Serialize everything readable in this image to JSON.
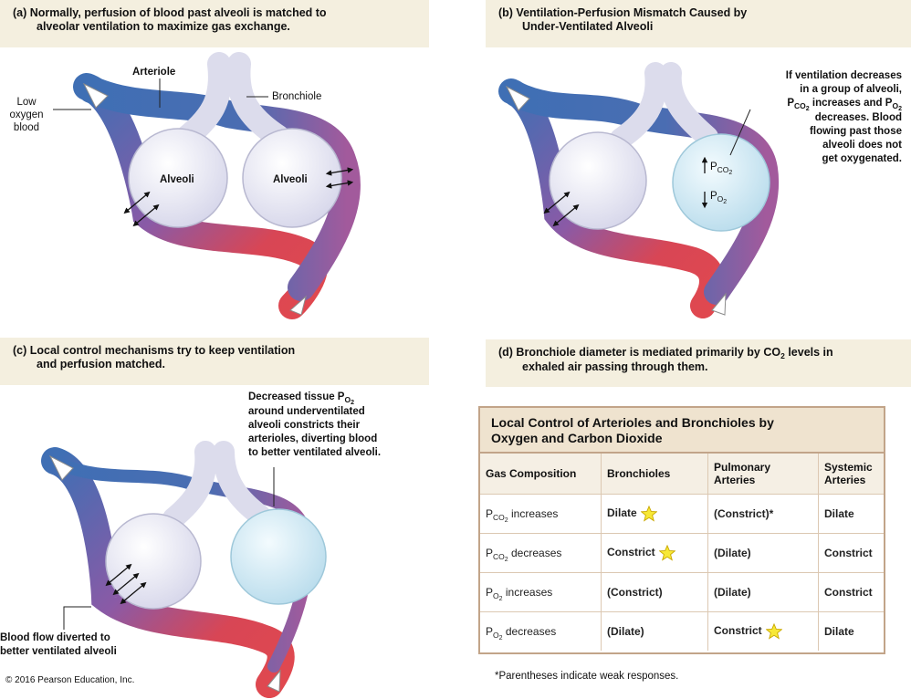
{
  "panel_a": {
    "caption_lead": "(a) Normally, perfusion of blood past alveoli is matched to",
    "caption_cont": "alveolar ventilation to maximize gas exchange.",
    "label_arteriole": "Arteriole",
    "label_bronchiole": "Bronchiole",
    "label_low_oxygen": [
      "Low",
      "oxygen",
      "blood"
    ],
    "label_alveoli_left": "Alveoli",
    "label_alveoli_right": "Alveoli"
  },
  "panel_b": {
    "caption_lead": "(b) Ventilation-Perfusion Mismatch Caused by",
    "caption_cont": "Under-Ventilated Alveoli",
    "note_lines": [
      "If ventilation decreases",
      "in a group of alveoli,",
      "increases and",
      "decreases. Blood",
      "flowing past those",
      "alveoli does not",
      "get oxygenated."
    ],
    "pco2_label": "P",
    "pco2_sub": "CO",
    "pco2_sub2": "2",
    "po2_label": "P",
    "po2_sub": "O",
    "po2_sub2": "2"
  },
  "panel_c": {
    "caption_lead": "(c) Local control mechanisms try to keep ventilation",
    "caption_cont": "and perfusion matched.",
    "note_lines": [
      "Decreased tissue P",
      "around underventilated",
      "alveoli constricts their",
      "arterioles, diverting blood",
      "to better ventilated alveoli."
    ],
    "diverted_lines": [
      "Blood flow diverted to",
      "better ventilated alveoli"
    ]
  },
  "panel_d": {
    "caption_lead": "(d) Bronchiole diameter is mediated primarily by CO",
    "caption_lead_sub": "2",
    "caption_lead_tail": " levels in",
    "caption_cont": "exhaled air passing through them."
  },
  "table": {
    "title_line1": "Local Control of Arterioles and Bronchioles by",
    "title_line2": "Oxygen and Carbon Dioxide",
    "headers": [
      "Gas Composition",
      "Bronchioles",
      "Pulmonary Arteries",
      "Systemic Arteries"
    ],
    "rows": [
      {
        "gas_p": "P",
        "gas_sub": "CO",
        "gas_sub2": "2",
        "gas_change": " increases",
        "bronchioles": "Dilate",
        "pulmonary": "(Constrict)*",
        "systemic": "Dilate",
        "star_in": "bronchioles"
      },
      {
        "gas_p": "P",
        "gas_sub": "CO",
        "gas_sub2": "2",
        "gas_change": " decreases",
        "bronchioles": "Constrict",
        "pulmonary": "(Dilate)",
        "systemic": "Constrict",
        "star_in": "bronchioles"
      },
      {
        "gas_p": "P",
        "gas_sub": "O",
        "gas_sub2": "2",
        "gas_change": " increases",
        "bronchioles": "(Constrict)",
        "pulmonary": "(Dilate)",
        "systemic": "Constrict",
        "star_in": ""
      },
      {
        "gas_p": "P",
        "gas_sub": "O",
        "gas_sub2": "2",
        "gas_change": " decreases",
        "bronchioles": "(Dilate)",
        "pulmonary": "Constrict",
        "systemic": "Dilate",
        "star_in": "pulmonary"
      }
    ],
    "footnote": "*Parentheses indicate weak responses."
  },
  "copyright": "© 2016 Pearson Education, Inc.",
  "colors": {
    "caption_band": "#f4efdf",
    "vessel_blue": "#3f6fb4",
    "vessel_red": "#e0484f",
    "vessel_purple": "#8a5aa6",
    "alveolus": "#e6e6f4",
    "alveolus_under": "#cfe8f2",
    "star": "#f7e836",
    "table_border": "#c2a489"
  }
}
